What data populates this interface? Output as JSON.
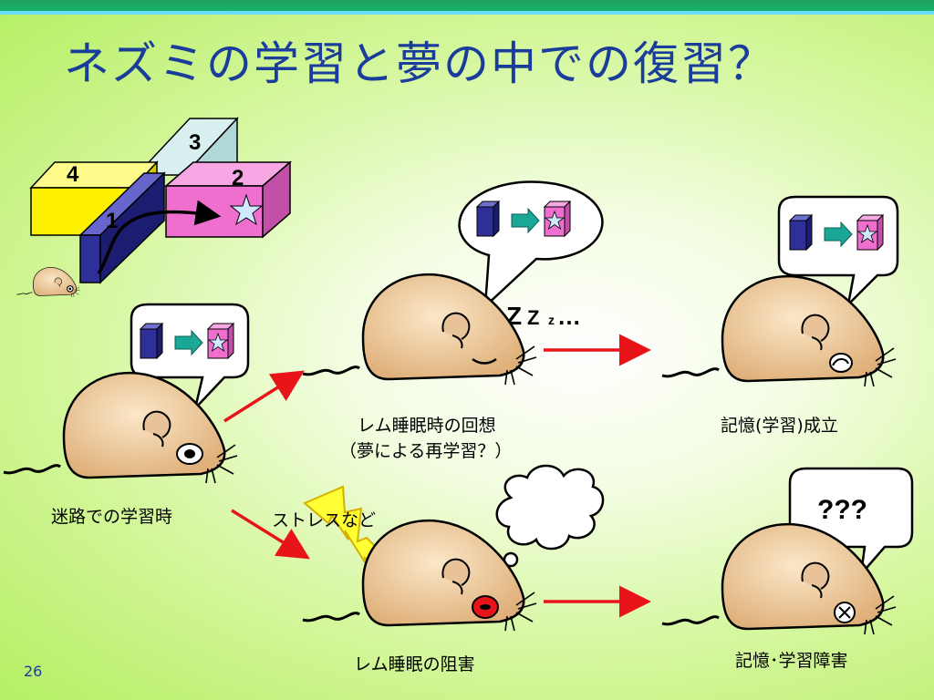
{
  "slide": {
    "title": "ネズミの学習と夢の中での復習？",
    "page_number": "26"
  },
  "maze": {
    "block_labels": [
      "1",
      "2",
      "3",
      "4"
    ]
  },
  "labels": {
    "learning": "迷路での学習時",
    "rem_recall_line1": "レム睡眠時の回想",
    "rem_recall_line2": "（夢による再学習？）",
    "memory_established": "記憶(学習)成立",
    "stress": "ストレスなど",
    "rem_disruption": "レム睡眠の阻害",
    "memory_impairment": "記憶･学習障害",
    "question_marks": "???",
    "sleep_big_z": "Z",
    "sleep_mid_z": "Z",
    "sleep_small_z": "z",
    "sleep_dots": "…"
  },
  "colors": {
    "title": "#1a3d9c",
    "arrow": "#e8141a",
    "mouse_body": "#edc79a",
    "blue_block": "#2f2f9a",
    "pink_block": "#ef6fcf",
    "yellow_block": "#fff200",
    "teal_arrow": "#1a9f8f"
  }
}
